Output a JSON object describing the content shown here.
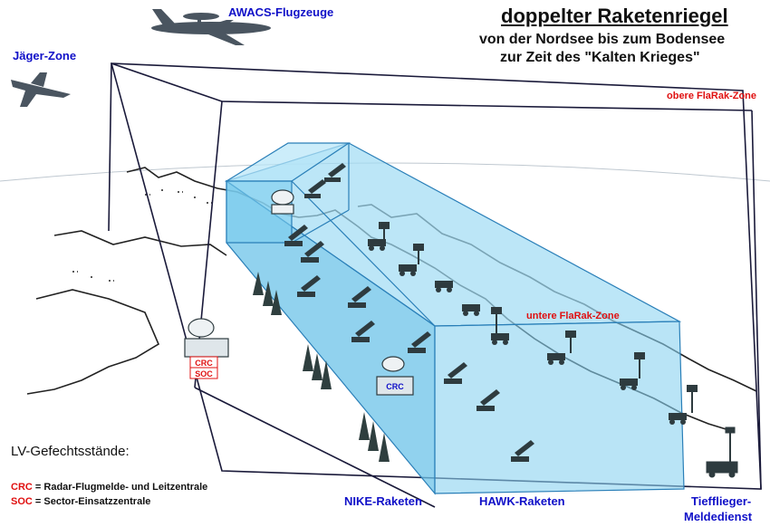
{
  "title": {
    "main": "doppelter Raketenriegel",
    "line1": "von der Nordsee bis zum Bodensee",
    "line2": "zur Zeit des \"Kalten Krieges\""
  },
  "labels": {
    "awacs": "AWACS-Flugzeuge",
    "jaeger_zone": "Jäger-Zone",
    "upper_zone": "obere FlaRak-Zone",
    "lower_zone": "untere FlaRak-Zone",
    "nike": "NIKE-Raketen",
    "hawk": "HAWK-Raketen",
    "tiefflieger_line1": "Tiefflieger-",
    "tiefflieger_line2": "Meldedienst"
  },
  "legend": {
    "title": "LV-Gefechtsstände:",
    "items": [
      {
        "code": "CRC",
        "text": " = Radar-Flugmelde- und Leitzentrale"
      },
      {
        "code": "SOC",
        "text": " = Sector-Einsatzzentrale"
      }
    ]
  },
  "station_boxes": {
    "crc": "CRC",
    "soc": "SOC",
    "crc_front": "CRC"
  },
  "colors": {
    "label_blue": "#1010c8",
    "label_red": "#e01010",
    "zone_fill": "#7fd0ee",
    "zone_edge": "#2a7fb8",
    "outer_frame": "#1a1a3a",
    "aircraft": "#4a5560",
    "trees": "#2f3f3f",
    "map_line": "#222222"
  },
  "icons": [
    "awacs-aircraft-icon",
    "fighter-jet-icon",
    "nike-launcher-icon",
    "hawk-launcher-icon",
    "radar-icon",
    "tree-icon",
    "observer-truck-icon"
  ]
}
